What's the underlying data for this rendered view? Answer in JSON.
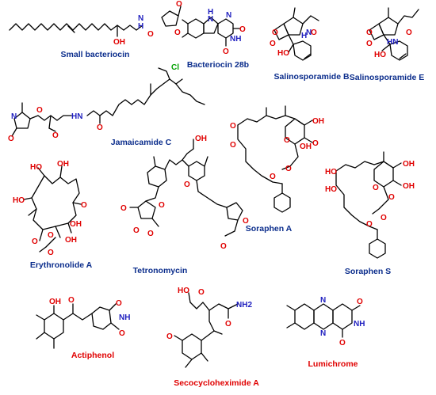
{
  "colors": {
    "blue_label": "#0b2d8c",
    "red_label": "#e00000",
    "oxygen": "#e00000",
    "nitrogen": "#1f1fbf",
    "chlorine": "#00a000"
  },
  "compounds": [
    {
      "id": "small-bacteriocin",
      "name": "Small bacteriocin",
      "color": "#0b2d8c"
    },
    {
      "id": "bacteriocin-28b",
      "name": "Bacteriocin 28b",
      "color": "#0b2d8c"
    },
    {
      "id": "salinosporamide-b",
      "name": "Salinosporamide B",
      "color": "#0b2d8c"
    },
    {
      "id": "salinosporamide-e",
      "name": "Salinosporamide E",
      "color": "#0b2d8c"
    },
    {
      "id": "jamaicamide-c",
      "name": "Jamaicamide C",
      "color": "#0b2d8c"
    },
    {
      "id": "soraphen-a",
      "name": "Soraphen A",
      "color": "#0b2d8c"
    },
    {
      "id": "erythronolide-a",
      "name": "Erythronolide A",
      "color": "#0b2d8c"
    },
    {
      "id": "tetronomycin",
      "name": "Tetronomycin",
      "color": "#0b2d8c"
    },
    {
      "id": "soraphen-s",
      "name": "Soraphen S",
      "color": "#0b2d8c"
    },
    {
      "id": "actiphenol",
      "name": "Actiphenol",
      "color": "#e00000"
    },
    {
      "id": "secocycloheximide-a",
      "name": "Secocycloheximide A",
      "color": "#e00000"
    },
    {
      "id": "lumichrome",
      "name": "Lumichrome",
      "color": "#e00000"
    }
  ],
  "atom_labels": {
    "o": "O",
    "oh": "OH",
    "ho": "HO",
    "nh": "NH",
    "n": "N",
    "h": "H",
    "hn": "HN",
    "nh2": "NH2",
    "cl": "Cl",
    "h_dot": "H"
  }
}
